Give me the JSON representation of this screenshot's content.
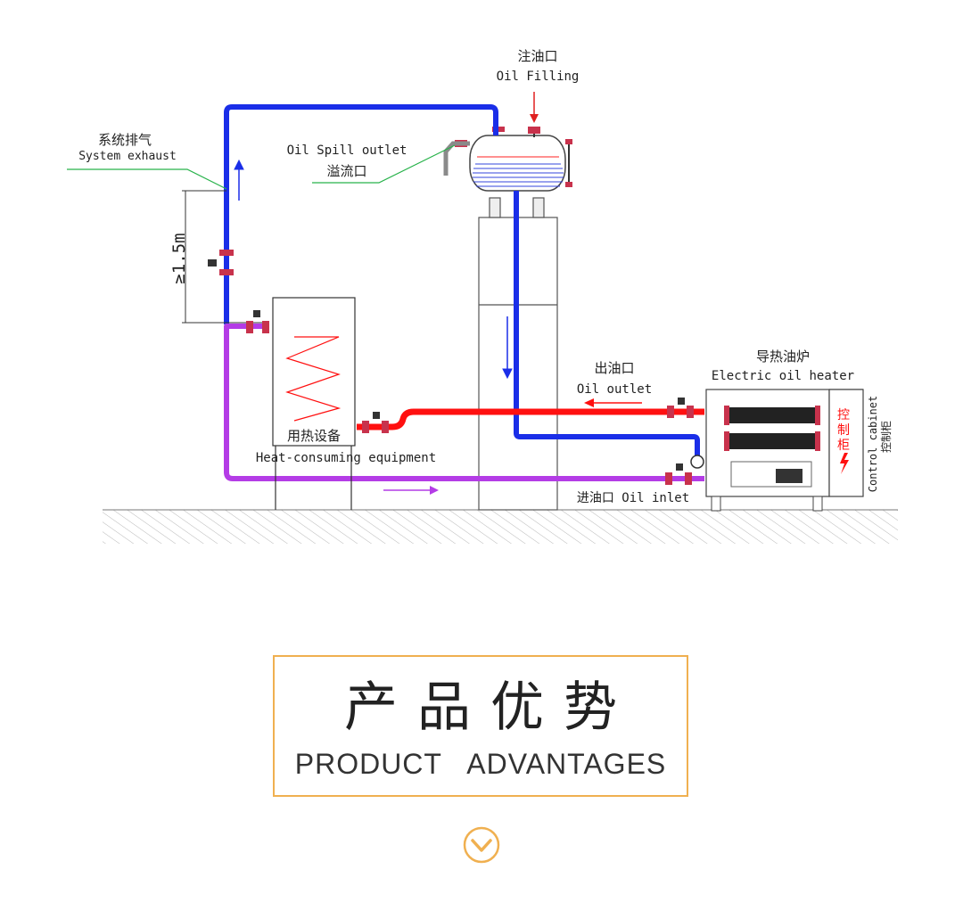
{
  "diagram": {
    "oil_filling_cn": "注油口",
    "oil_filling_en": "Oil Filling",
    "system_exhaust_cn": "系统排气",
    "system_exhaust_en": "System exhaust",
    "oil_spill_en": "Oil Spill outlet",
    "oil_spill_cn": "溢流口",
    "height_label": "≥1.5m",
    "heater_cn": "导热油炉",
    "heater_en": "Electric oil heater",
    "oil_outlet_cn": "出油口",
    "oil_outlet_en": "Oil outlet",
    "heat_equipment_cn": "用热设备",
    "heat_equipment_en": "Heat-consuming equipment",
    "oil_inlet": "进油口 Oil inlet",
    "control_cabinet_en": "Control cabinet",
    "control_cabinet_cn": "控制柜",
    "cabinet_chars": [
      "控",
      "制",
      "柜"
    ],
    "colors": {
      "blue_pipe": "#1a2ee8",
      "red_pipe": "#ff1010",
      "purple_pipe": "#b43ce6",
      "valve": "#c8324c"
    }
  },
  "advantages": {
    "title_cn": "产品优势",
    "title_en": "PRODUCT   ADVANTAGES"
  },
  "accent_color": "#f0b050",
  "chevron_icon": "chevron-down-circle-icon"
}
